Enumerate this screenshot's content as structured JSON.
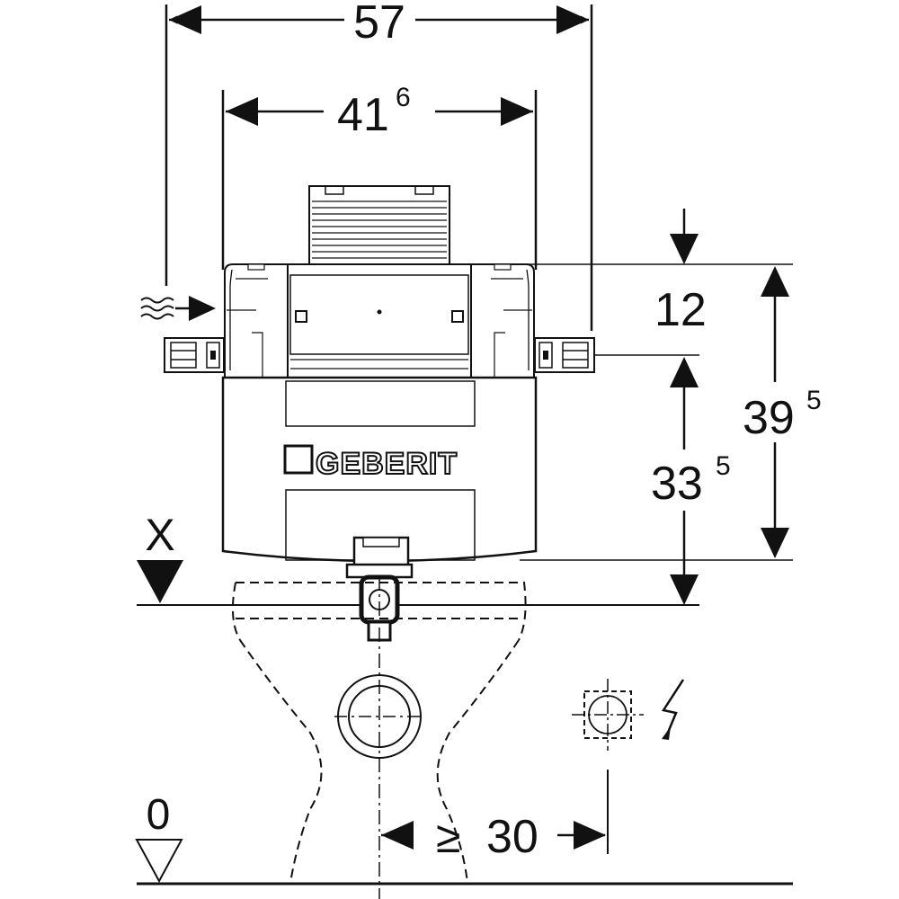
{
  "dimensions": {
    "overall_width": "57",
    "inner_width_main": "41",
    "inner_width_sup": "6",
    "top_offset": "12",
    "total_height_main": "39",
    "total_height_sup": "5",
    "lower_height_main": "33",
    "lower_height_sup": "5",
    "min_distance_symbol": "≥",
    "min_distance_value": "30"
  },
  "labels": {
    "reference_x": "X",
    "floor_level": "0",
    "brand": "GEBERIT"
  },
  "icons": {
    "water_supply": "water-wave-arrow-icon",
    "electric": "lightning-icon",
    "socket": "socket-box-icon",
    "floor": "level-triangle-icon",
    "reference": "reference-triangle-icon"
  },
  "colors": {
    "ink": "#111111",
    "background": "#ffffff",
    "tank_fill": "#ffffff"
  }
}
